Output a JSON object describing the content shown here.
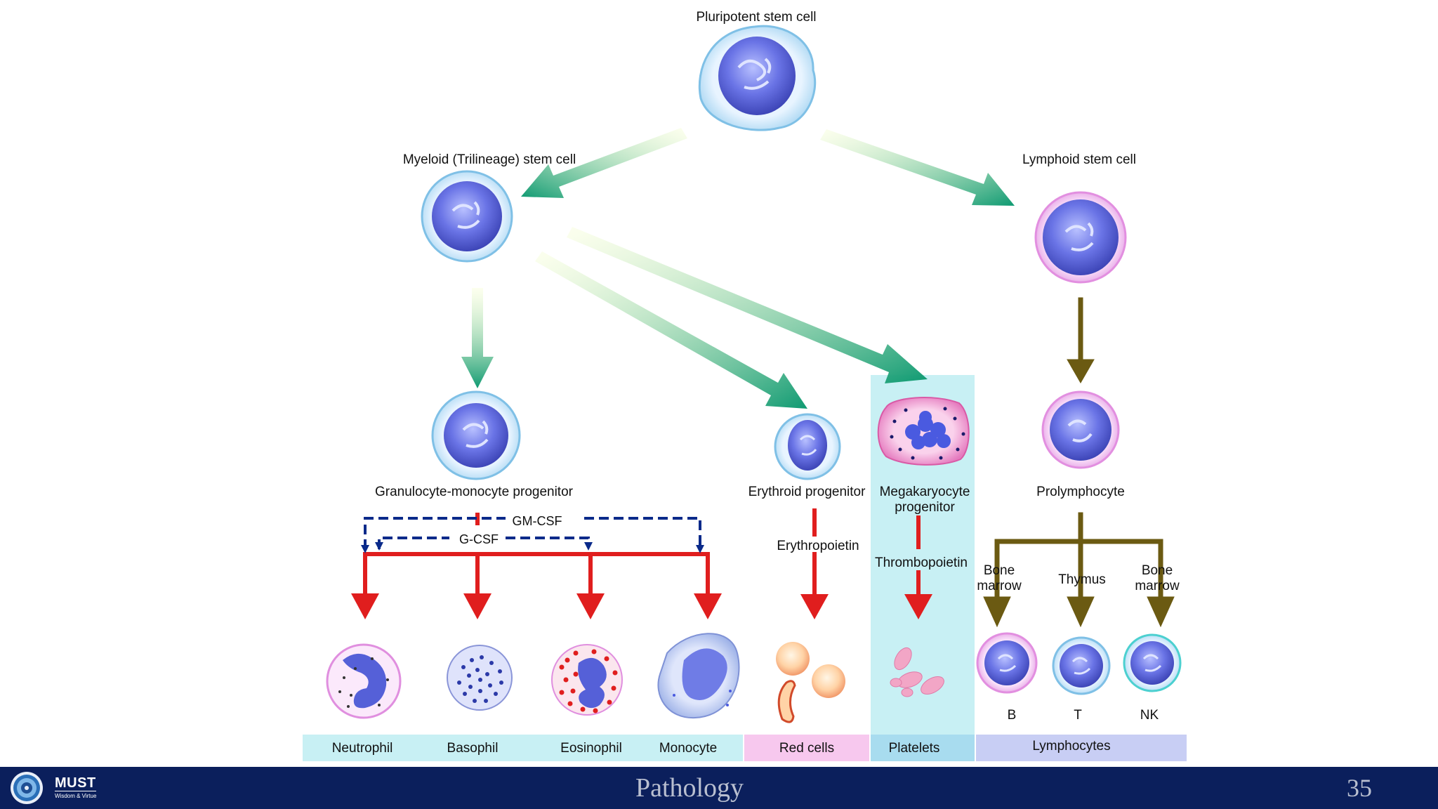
{
  "diagram": {
    "pluripotent": "Pluripotent stem cell",
    "myeloid": "Myeloid (Trilineage) stem cell",
    "lymphoid": "Lymphoid stem cell",
    "gm_progenitor": "Granulocyte-monocyte progenitor",
    "erythroid_progenitor": "Erythroid progenitor",
    "megakaryocyte_progenitor_1": "Megakaryocyte",
    "megakaryocyte_progenitor_2": "progenitor",
    "prolymphocyte": "Prolymphocyte",
    "gm_csf": "GM-CSF",
    "g_csf": "G-CSF",
    "erythropoietin": "Erythropoietin",
    "thrombopoietin": "Thrombopoietin",
    "bone_marrow_1a": "Bone",
    "bone_marrow_1b": "marrow",
    "thymus": "Thymus",
    "bone_marrow_2a": "Bone",
    "bone_marrow_2b": "marrow",
    "lymph_b": "B",
    "lymph_t": "T",
    "lymph_nk": "NK",
    "neutrophil": "Neutrophil",
    "basophil": "Basophil",
    "eosinophil": "Eosinophil",
    "monocyte": "Monocyte",
    "red_cells": "Red cells",
    "platelets": "Platelets",
    "lymphocytes": "Lymphocytes"
  },
  "footer": {
    "brand": "MUST",
    "tagline": "Wisdom & Virtue",
    "title": "Pathology",
    "page": "35"
  },
  "colors": {
    "footer_bg": "#0b1f5c",
    "green_arrow": "#1a9a6a",
    "red_arrow": "#e01e1e",
    "olive_arrow": "#6b5a12",
    "dashed_blue": "#0a2a8a",
    "cytokine_band": "#c8f0f4",
    "red_band": "#f7c8ee",
    "lymph_band": "#c8cef4"
  }
}
